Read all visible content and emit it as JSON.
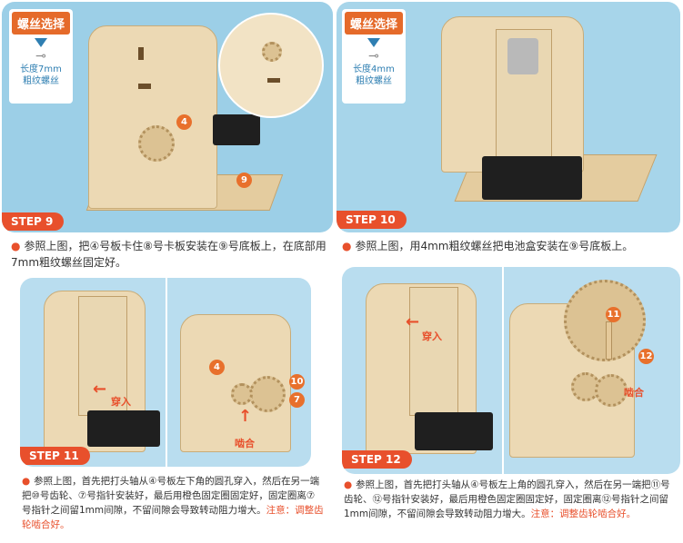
{
  "steps": {
    "s9": {
      "label": "STEP 9",
      "markers": {
        "a": "4",
        "b": "9"
      }
    },
    "s10": {
      "label": "STEP 10"
    },
    "s11": {
      "label": "STEP 11",
      "markers": {
        "a": "4",
        "b": "10",
        "c": "7"
      },
      "in_label": "穿入",
      "mesh_label": "啮合"
    },
    "s12": {
      "label": "STEP 12",
      "markers": {
        "a": "11",
        "b": "12"
      },
      "in_label": "穿入",
      "mesh_label": "啮合"
    }
  },
  "screws": {
    "left": {
      "title": "螺丝选择",
      "line1": "长度7mm",
      "line2": "粗纹螺丝"
    },
    "right": {
      "title": "螺丝选择",
      "line1": "长度4mm",
      "line2": "粗纹螺丝"
    }
  },
  "captions": {
    "c9": "参照上图，把④号板卡住⑧号卡板安装在⑨号底板上，在底部用7mm粗纹螺丝固定好。",
    "c10": "参照上图，用4mm粗纹螺丝把电池盒安装在⑨号底板上。",
    "c11": "参照上图，首先把打头轴从④号板左下角的圆孔穿入，然后在另一端把⑩号齿轮、⑦号指针安装好，最后用橙色固定圈固定好，固定圈离⑦号指针之间留1mm间隙，不留间隙会导致转动阻力增大。",
    "c11_warn": "注意：调整齿轮啮合好。",
    "c12": "参照上图，首先把打头轴从④号板左上角的圆孔穿入，然后在另一端把⑪号齿轮、⑫号指针安装好，最后用橙色固定圈固定好，固定圈离⑫号指针之间留1mm间隙，不留间隙会导致转动阻力增大。",
    "c12_warn": "注意：调整齿轮啮合好。"
  },
  "bullet": "●"
}
